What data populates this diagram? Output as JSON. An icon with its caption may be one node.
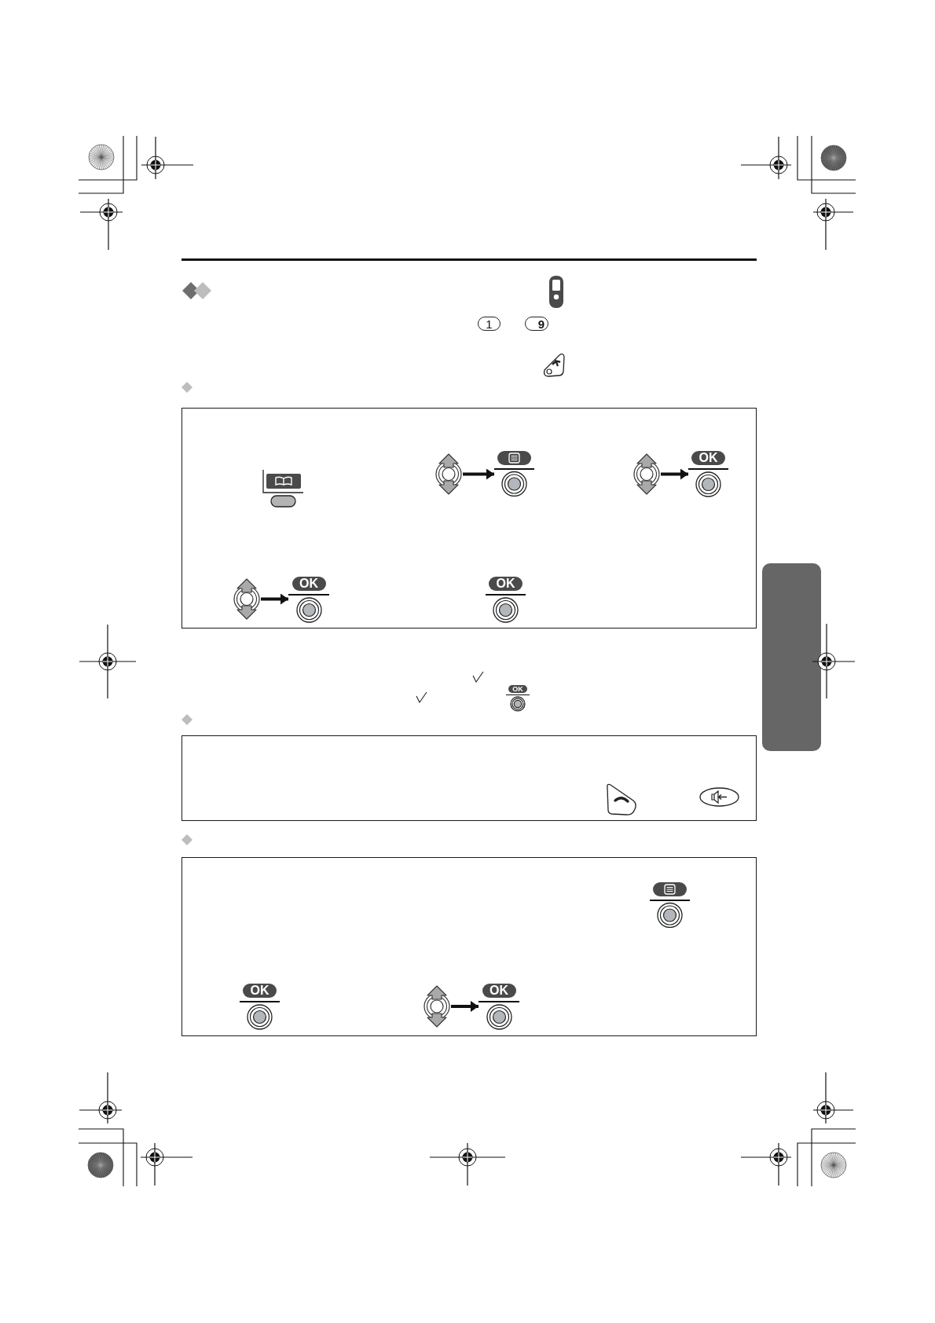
{
  "diagram": {
    "nodes": [
      {
        "text": [
          "1"
        ]
      },
      {
        "text": [
          "9"
        ]
      },
      {
        "text": [],
        "shape": "picture"
      },
      {
        "text": [],
        "shape": "box"
      },
      {
        "text": [],
        "shape": "picture",
        "in": 3
      },
      {
        "text": [],
        "shape": "picture",
        "in": 3
      },
      {
        "text": [],
        "shape": "picture",
        "in": 3
      },
      {
        "text": [],
        "shape": "picture",
        "in": 3
      },
      {
        "text": [
          "OK"
        ],
        "in": 3
      },
      {
        "text": [],
        "shape": "picture",
        "in": 3
      },
      {
        "text": [
          "OK"
        ],
        "in": 3
      },
      {
        "text": [
          "OK"
        ],
        "in": 3
      },
      {
        "text": [],
        "shape": "box"
      },
      {
        "text": [
          "OK"
        ]
      },
      {
        "text": [],
        "shape": "box"
      },
      {
        "text": [],
        "shape": "picture",
        "in": 14
      },
      {
        "text": [],
        "shape": "picture",
        "in": 14
      },
      {
        "text": [],
        "shape": "box"
      },
      {
        "text": [],
        "shape": "picture",
        "in": 17
      },
      {
        "text": [
          "OK"
        ],
        "in": 17
      },
      {
        "text": [],
        "shape": "picture",
        "in": 17
      },
      {
        "text": [
          "OK"
        ],
        "in": 17
      }
    ],
    "edges": [
      {
        "from": 5,
        "to": 6,
        "arrow": "to"
      },
      {
        "from": 7,
        "to": 8,
        "arrow": "to"
      },
      {
        "from": 9,
        "to": 10,
        "arrow": "to"
      },
      {
        "from": 20,
        "to": 21,
        "arrow": "to"
      }
    ]
  }
}
